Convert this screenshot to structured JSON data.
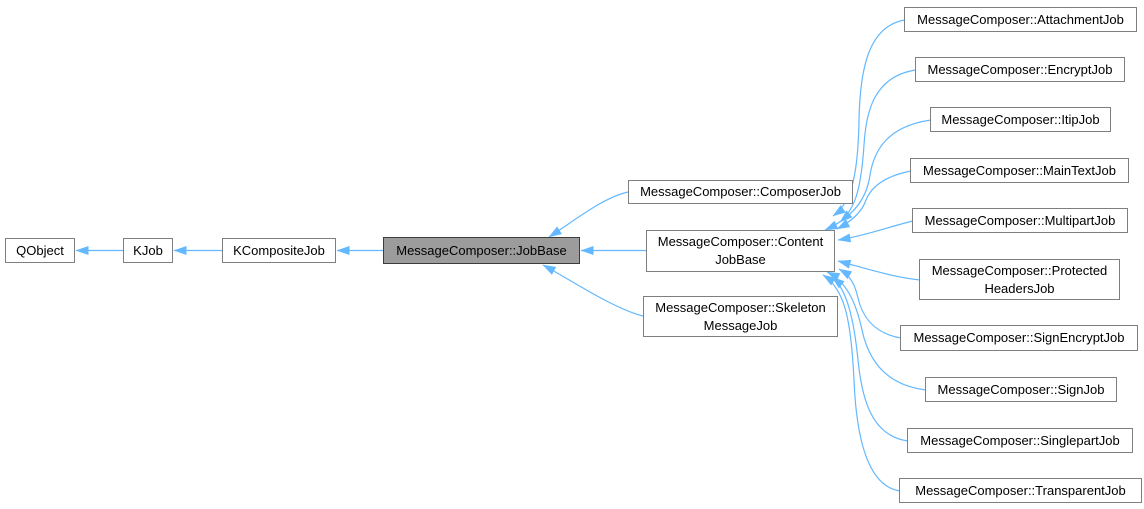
{
  "diagram_type": "class-inheritance-graph",
  "colors": {
    "edge": "#63b8ff",
    "node_fill": "#ffffff",
    "node_border": "#7f7f7f",
    "highlight_fill": "#9c9c9c",
    "highlight_border": "#3d3d3d",
    "text": "#000000"
  },
  "nodes": [
    {
      "label": "QObject"
    },
    {
      "label": "KJob"
    },
    {
      "label": "KCompositeJob"
    },
    {
      "label": "MessageComposer::JobBase",
      "highlighted": true
    },
    {
      "label": "MessageComposer::ComposerJob"
    },
    {
      "label": "MessageComposer::Content\nJobBase"
    },
    {
      "label": "MessageComposer::Skeleton\nMessageJob"
    },
    {
      "label": "MessageComposer::AttachmentJob"
    },
    {
      "label": "MessageComposer::EncryptJob"
    },
    {
      "label": "MessageComposer::ItipJob"
    },
    {
      "label": "MessageComposer::MainTextJob"
    },
    {
      "label": "MessageComposer::MultipartJob"
    },
    {
      "label": "MessageComposer::Protected\nHeadersJob"
    },
    {
      "label": "MessageComposer::SignEncryptJob"
    },
    {
      "label": "MessageComposer::SignJob"
    },
    {
      "label": "MessageComposer::SinglepartJob"
    },
    {
      "label": "MessageComposer::TransparentJob"
    }
  ],
  "edges_meaning": "arrows point from derived class to base class (public inheritance)"
}
